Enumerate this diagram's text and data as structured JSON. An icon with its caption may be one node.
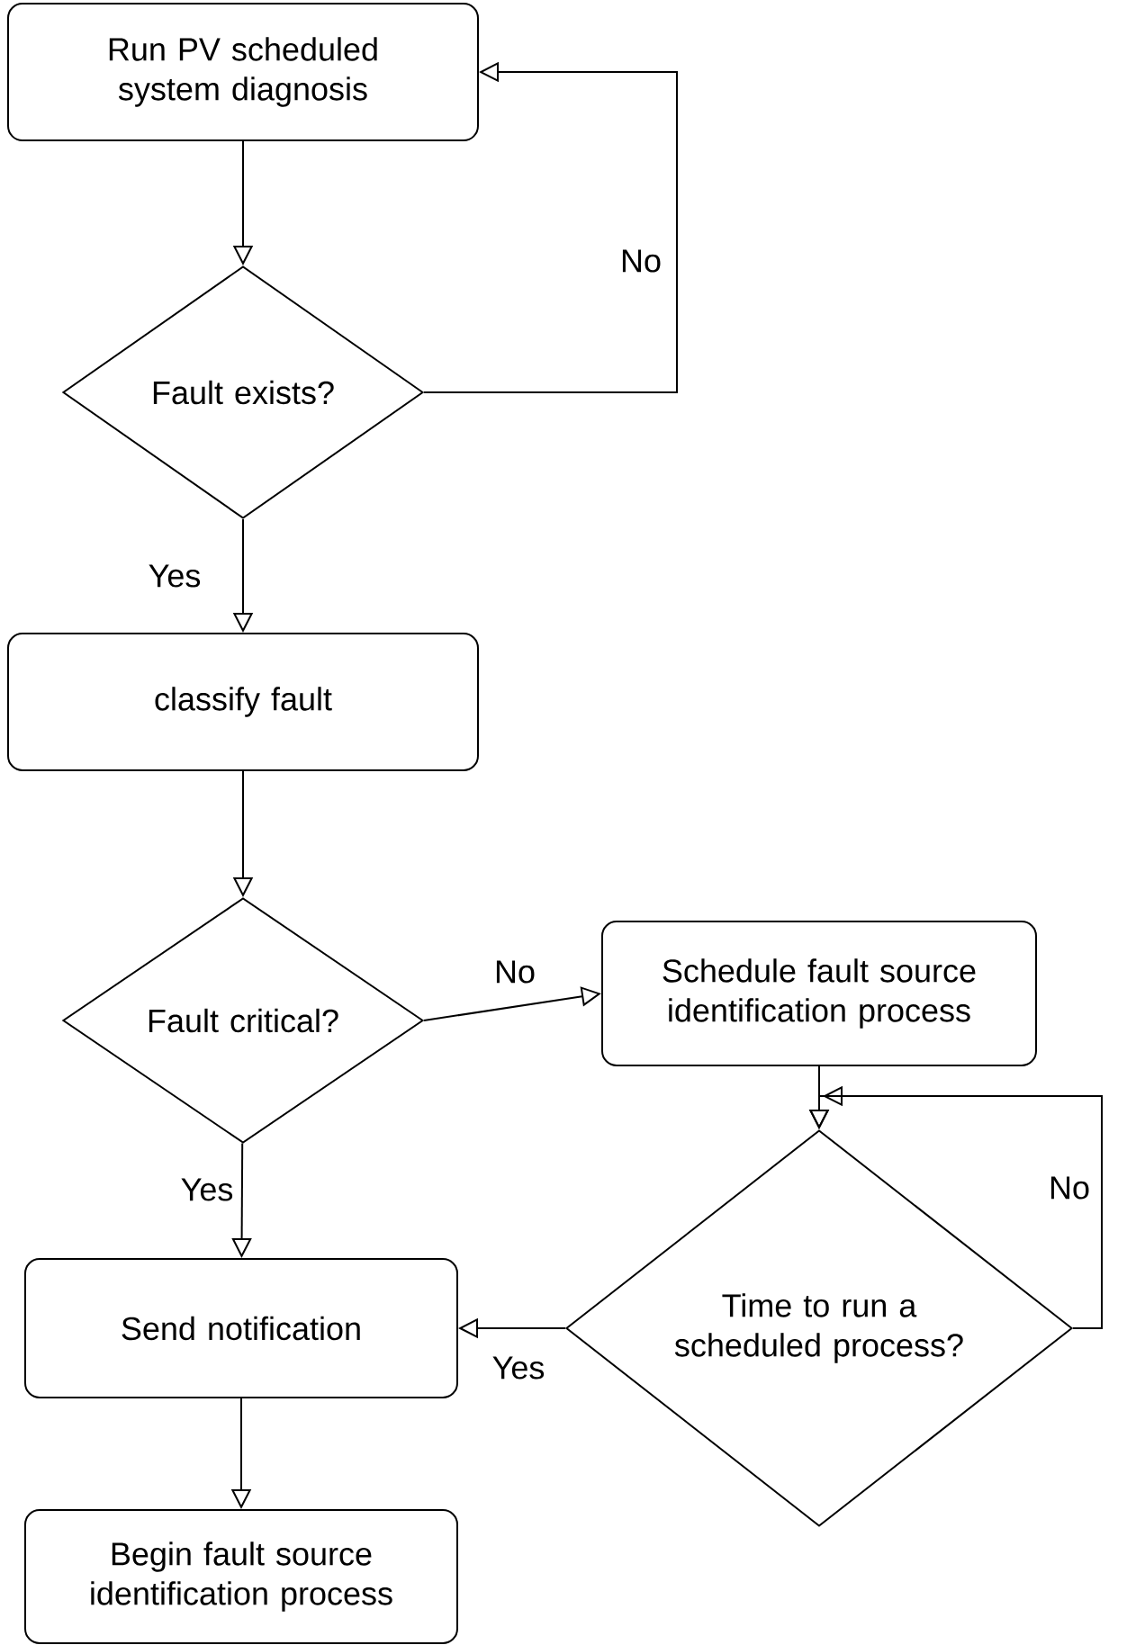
{
  "diagram": {
    "nodes": [
      {
        "text": [
          "Run PV scheduled system diagnosis"
        ]
      },
      {
        "text": [
          "Fault exists?"
        ]
      },
      {
        "text": [
          "classify fault"
        ]
      },
      {
        "text": [
          "Fault critical?"
        ]
      },
      {
        "text": [
          "Schedule fault source identification process"
        ]
      },
      {
        "text": [
          "Time to run a scheduled process?"
        ]
      },
      {
        "text": [
          "Send notification"
        ]
      },
      {
        "text": [
          "Begin fault source identification process"
        ]
      }
    ],
    "edges": [
      {
        "from": 0,
        "to": 1,
        "arrow": "to"
      },
      {
        "from": 1,
        "to": 0,
        "arrow": "to",
        "label": "No"
      },
      {
        "from": 1,
        "to": 2,
        "arrow": "to",
        "label": "Yes"
      },
      {
        "from": 2,
        "to": 3,
        "arrow": "to"
      },
      {
        "from": 3,
        "to": 4,
        "arrow": "to",
        "label": "No"
      },
      {
        "from": 3,
        "to": 6,
        "arrow": "to",
        "label": "Yes"
      },
      {
        "from": 4,
        "to": 5,
        "arrow": "to"
      },
      {
        "from": 5,
        "to": 5,
        "arrow": "to",
        "label": "No"
      },
      {
        "from": 5,
        "to": 6,
        "arrow": "to",
        "label": "Yes"
      },
      {
        "from": 6,
        "to": 7,
        "arrow": "to"
      }
    ]
  }
}
